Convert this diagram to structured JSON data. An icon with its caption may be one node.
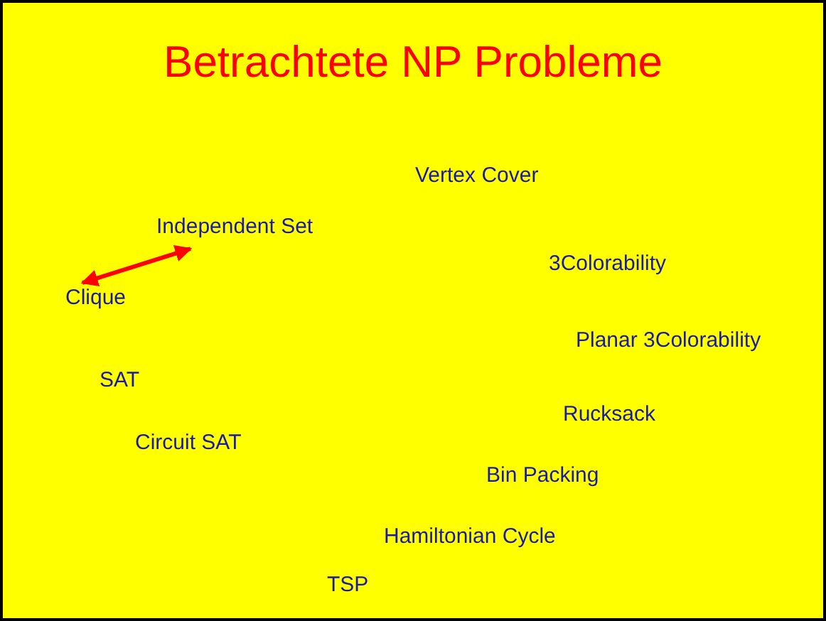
{
  "diagram": {
    "title": "Betrachtete NP Probleme",
    "nodes": [
      {
        "text": [
          "Independent Set"
        ]
      },
      {
        "text": [
          "Clique"
        ]
      }
    ],
    "edges": [
      {
        "from": 1,
        "to": 0,
        "arrow": "both",
        "color": "#ff0000"
      }
    ],
    "labels": [
      "Vertex Cover",
      "3Colorability",
      "Planar 3Colorability",
      "SAT",
      "Rucksack",
      "Circuit SAT",
      "Bin Packing",
      "Hamiltonian Cycle",
      "TSP"
    ]
  }
}
